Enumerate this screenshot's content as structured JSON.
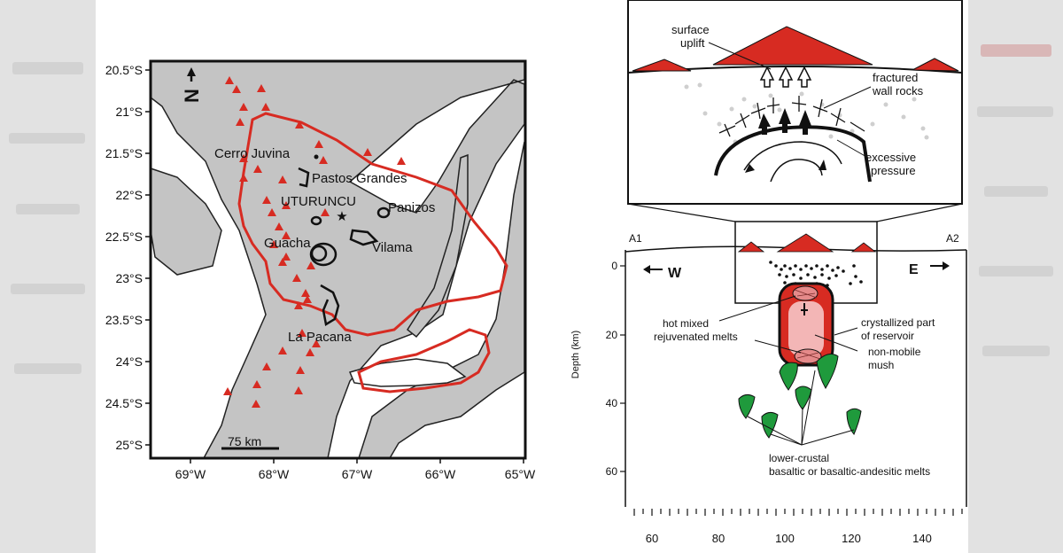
{
  "map": {
    "lat_labels": [
      "20.5°S",
      "21°S",
      "21.5°S",
      "22°S",
      "22.5°S",
      "23°S",
      "23.5°S",
      "24°S",
      "24.5°S",
      "25°S"
    ],
    "lon_labels": [
      "69°W",
      "68°W",
      "67°W",
      "66°W",
      "65°W"
    ],
    "north_label": "N",
    "scale_label": "75 km",
    "places": {
      "cerro_juvina": "Cerro Juvina",
      "pastos_grandes": "Pastos Grandes",
      "uturuncu": "UTURUNCU",
      "panizos": "Panizos",
      "guacha": "Guacha",
      "vilama": "Vilama",
      "la_pacana": "La Pacana"
    },
    "colors": {
      "terrain": "#c4c4c4",
      "outline": "#d72b22",
      "volcano": "#d72b22"
    }
  },
  "inset": {
    "labels": {
      "surface_uplift_1": "surface",
      "surface_uplift_2": "uplift",
      "fractured_1": "fractured",
      "fractured_2": "wall rocks",
      "pressure_1": "excessive",
      "pressure_2": "pressure"
    }
  },
  "section": {
    "a1": "A1",
    "a2": "A2",
    "west": "W",
    "east": "E",
    "ylabel": "Depth (km)",
    "y_ticks": [
      "0",
      "20",
      "40",
      "60"
    ],
    "x_ticks": [
      "60",
      "80",
      "100",
      "120",
      "140"
    ],
    "labels": {
      "hot_1": "hot mixed",
      "hot_2": "rejuvenated melts",
      "cryst_1": "crystallized part",
      "cryst_2": "of reservoir",
      "mush_1": "non-mobile",
      "mush_2": "mush",
      "lower_1": "lower-crustal",
      "lower_2": "basaltic or basaltic-andesitic melts"
    },
    "colors": {
      "reservoir": "#d72b22",
      "mush": "#f3b6b6",
      "basalt": "#1f9a3c"
    }
  }
}
